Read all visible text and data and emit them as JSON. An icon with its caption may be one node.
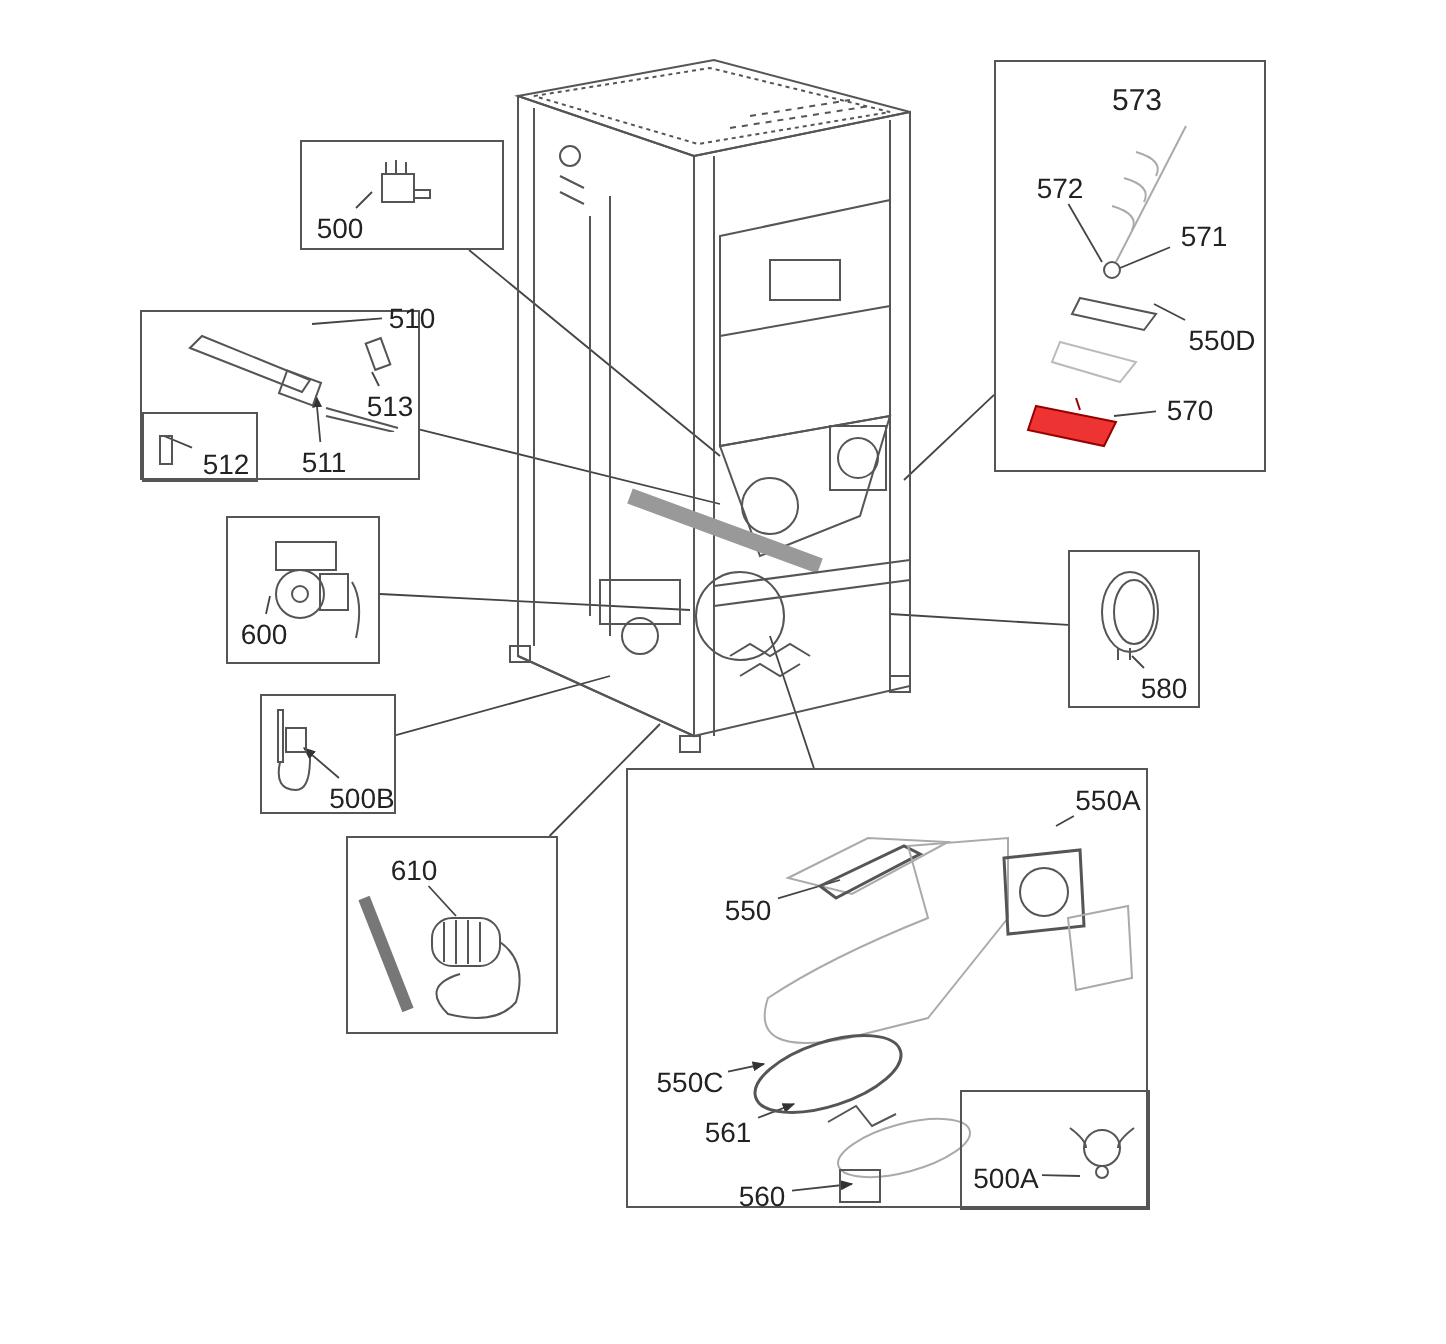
{
  "diagram": {
    "nodes": [
      {
        "text": [],
        "shape": "picture"
      },
      {
        "text": [],
        "shape": "box"
      },
      {
        "text": [
          "500"
        ],
        "in": 1
      },
      {
        "text": [],
        "shape": "box"
      },
      {
        "text": [
          "510"
        ],
        "in": 3
      },
      {
        "text": [
          "513"
        ],
        "in": 3
      },
      {
        "text": [
          "511"
        ],
        "in": 3
      },
      {
        "text": [],
        "shape": "box",
        "in": 3
      },
      {
        "text": [
          "512"
        ],
        "in": 7
      },
      {
        "text": [],
        "shape": "box"
      },
      {
        "text": [
          "600"
        ],
        "in": 9
      },
      {
        "text": [],
        "shape": "box"
      },
      {
        "text": [
          "500B"
        ],
        "in": 11
      },
      {
        "text": [],
        "shape": "box"
      },
      {
        "text": [
          "610"
        ],
        "in": 13
      },
      {
        "text": [
          "573"
        ]
      },
      {
        "text": [
          "572"
        ],
        "in": 15
      },
      {
        "text": [
          "571"
        ],
        "in": 15
      },
      {
        "text": [
          "550D"
        ],
        "in": 15
      },
      {
        "text": [
          "570"
        ],
        "in": 15
      },
      {
        "text": [],
        "shape": "box"
      },
      {
        "text": [
          "580"
        ],
        "in": 20
      },
      {
        "text": [],
        "shape": "box"
      },
      {
        "text": [
          "550A"
        ],
        "in": 22
      },
      {
        "text": [
          "550"
        ],
        "in": 22
      },
      {
        "text": [
          "550C"
        ],
        "in": 22
      },
      {
        "text": [
          "561"
        ],
        "in": 22
      },
      {
        "text": [
          "560"
        ],
        "in": 22
      },
      {
        "text": [],
        "shape": "box",
        "in": 22
      },
      {
        "text": [
          "500A"
        ],
        "in": 28
      }
    ],
    "edges": [
      {
        "from": 1,
        "to": 0,
        "arrow": "none"
      },
      {
        "from": 3,
        "to": 0,
        "arrow": "none"
      },
      {
        "from": 9,
        "to": 0,
        "arrow": "none"
      },
      {
        "from": 11,
        "to": 0,
        "arrow": "none"
      },
      {
        "from": 13,
        "to": 0,
        "arrow": "none"
      },
      {
        "from": 15,
        "to": 0,
        "arrow": "none"
      },
      {
        "from": 20,
        "to": 0,
        "arrow": "none"
      },
      {
        "from": 22,
        "to": 0,
        "arrow": "none"
      },
      {
        "from": 2,
        "to": null,
        "arrow": "none"
      },
      {
        "from": 4,
        "to": null,
        "arrow": "none"
      },
      {
        "from": 5,
        "to": null,
        "arrow": "none"
      },
      {
        "from": 6,
        "to": null,
        "arrow": "to"
      },
      {
        "from": 8,
        "to": null,
        "arrow": "none"
      },
      {
        "from": 10,
        "to": null,
        "arrow": "none"
      },
      {
        "from": 12,
        "to": null,
        "arrow": "to"
      },
      {
        "from": 14,
        "to": null,
        "arrow": "none"
      },
      {
        "from": 16,
        "to": null,
        "arrow": "none"
      },
      {
        "from": 17,
        "to": null,
        "arrow": "none"
      },
      {
        "from": 18,
        "to": null,
        "arrow": "none"
      },
      {
        "from": 19,
        "to": null,
        "arrow": "none"
      },
      {
        "from": 21,
        "to": null,
        "arrow": "none"
      },
      {
        "from": 23,
        "to": null,
        "arrow": "none"
      },
      {
        "from": 24,
        "to": null,
        "arrow": "none"
      },
      {
        "from": 25,
        "to": null,
        "arrow": "to"
      },
      {
        "from": 26,
        "to": null,
        "arrow": "to"
      },
      {
        "from": 27,
        "to": null,
        "arrow": "to"
      },
      {
        "from": 29,
        "to": null,
        "arrow": "none"
      }
    ]
  }
}
